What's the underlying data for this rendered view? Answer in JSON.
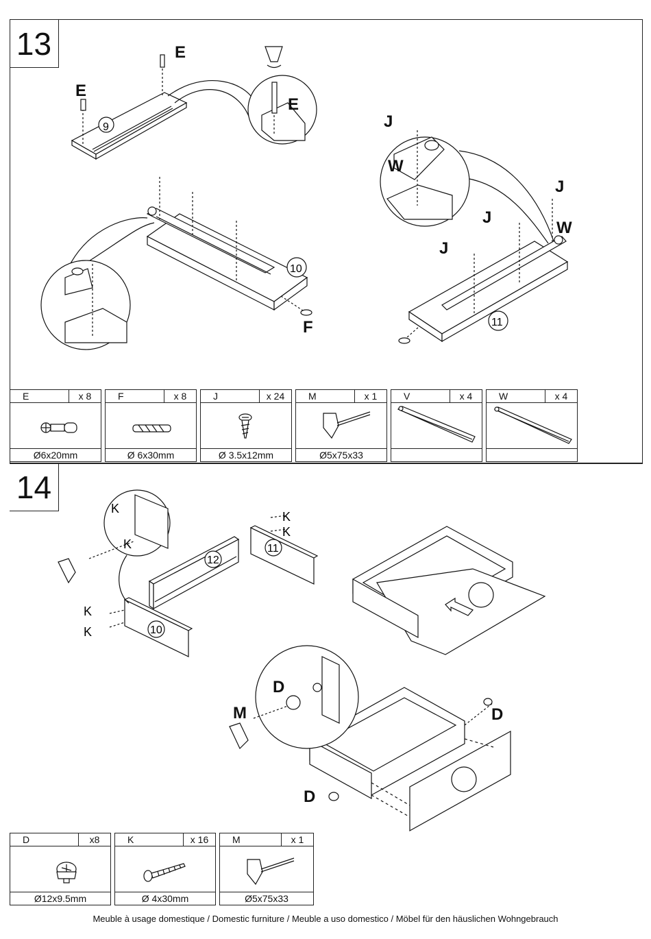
{
  "steps": [
    {
      "number": "13"
    },
    {
      "number": "14"
    }
  ],
  "step13_labels": {
    "e1": "E",
    "e2": "E",
    "e3": "E",
    "panel9": "9",
    "panel10": "10",
    "panel11": "11",
    "f": "F",
    "j1": "J",
    "j2": "J",
    "j3": "J",
    "j4": "J",
    "w1": "W",
    "w2": "W"
  },
  "step14_labels": {
    "k1": "K",
    "k2": "K",
    "k3": "K",
    "k4": "K",
    "k5": "K",
    "k6": "K",
    "panel12": "12",
    "panel11": "11",
    "panel10": "10",
    "d1": "D",
    "d2": "D",
    "d3": "D",
    "m": "M"
  },
  "parts13": [
    {
      "code": "E",
      "qty": "x 8",
      "size": "Ø6x20mm",
      "icon": "cam-bolt-icon"
    },
    {
      "code": "F",
      "qty": "x 8",
      "size": "Ø 6x30mm",
      "icon": "wood-dowel-icon"
    },
    {
      "code": "J",
      "qty": "x 24",
      "size": "Ø 3.5x12mm",
      "icon": "screw-icon"
    },
    {
      "code": "M",
      "qty": "x 1",
      "size": "Ø5x75x33",
      "icon": "hex-key-icon"
    },
    {
      "code": "V",
      "qty": "x 4",
      "size": "",
      "icon": "drawer-runner-icon"
    },
    {
      "code": "W",
      "qty": "x 4",
      "size": "",
      "icon": "drawer-runner-icon"
    }
  ],
  "parts14": [
    {
      "code": "D",
      "qty": "x8",
      "size": "Ø12x9.5mm",
      "icon": "cam-lock-icon"
    },
    {
      "code": "K",
      "qty": "x 16",
      "size": "Ø 4x30mm",
      "icon": "long-screw-icon"
    },
    {
      "code": "M",
      "qty": "x 1",
      "size": "Ø5x75x33",
      "icon": "hex-key-icon"
    }
  ],
  "footer": "Meuble à usage domestique / Domestic furniture / Meuble a uso domestico / Möbel für den häuslichen Wohngebrauch"
}
